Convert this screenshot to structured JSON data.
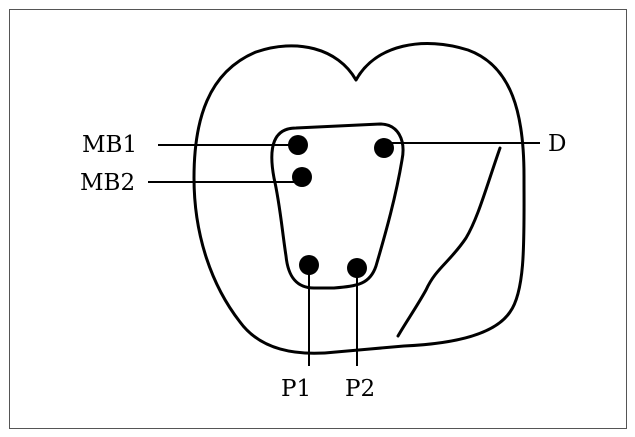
{
  "labels": {
    "mb1": "MB1",
    "mb2": "MB2",
    "d": "D",
    "p1": "P1",
    "p2": "P2"
  },
  "colors": {
    "stroke": "#000000",
    "background": "#ffffff",
    "frame": "#555555"
  }
}
